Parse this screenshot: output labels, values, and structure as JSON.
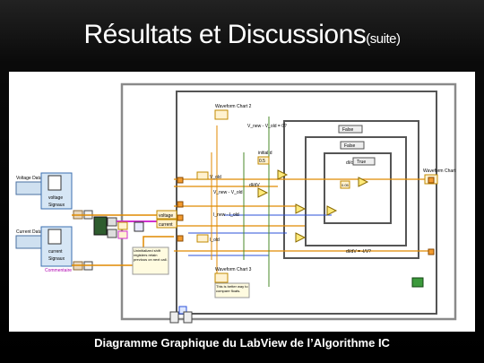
{
  "slide": {
    "title": "Résultats et Discussions",
    "title_suffix": "(suite)",
    "caption": "Diagramme Graphique du LabView de l’Algorithme IC"
  },
  "diagram": {
    "inputs": {
      "voltage": {
        "label": "Voltage Data",
        "box_label": "voltage",
        "type_label": "Signaux"
      },
      "current": {
        "label": "Current Data",
        "box_label": "current",
        "type_label": "Signaux",
        "comment": "Commentaire"
      }
    },
    "charts": {
      "chart2": "Waveform Chart 2",
      "chart3": "Waveform Chart 3",
      "chart_main": "Waveform Chart"
    },
    "nodes": {
      "voltage_tag": "voltage",
      "current_tag": "current",
      "v_old": "V_old",
      "i_old": "I_old",
      "v_new_minus_v_old": "V_new - V_old",
      "i_new_minus_i_old": "I_new - I_old",
      "v_new_minus_v_old_eq0": "V_new - V_old = 0?",
      "initial_d": "initial d",
      "init_val": "0.5",
      "di_dv": "dI/dV",
      "di_dv_eq": "dI/dV = -I/V?",
      "di_dv_gt": "dI/dV > -I/V?",
      "false_1": "False",
      "false_2": "False",
      "true_1": "True",
      "shift_note": "Uninitialized shift registers retain previous on next call.",
      "float_note": "This is better way to compare floats.",
      "const_val": "0.05"
    }
  }
}
